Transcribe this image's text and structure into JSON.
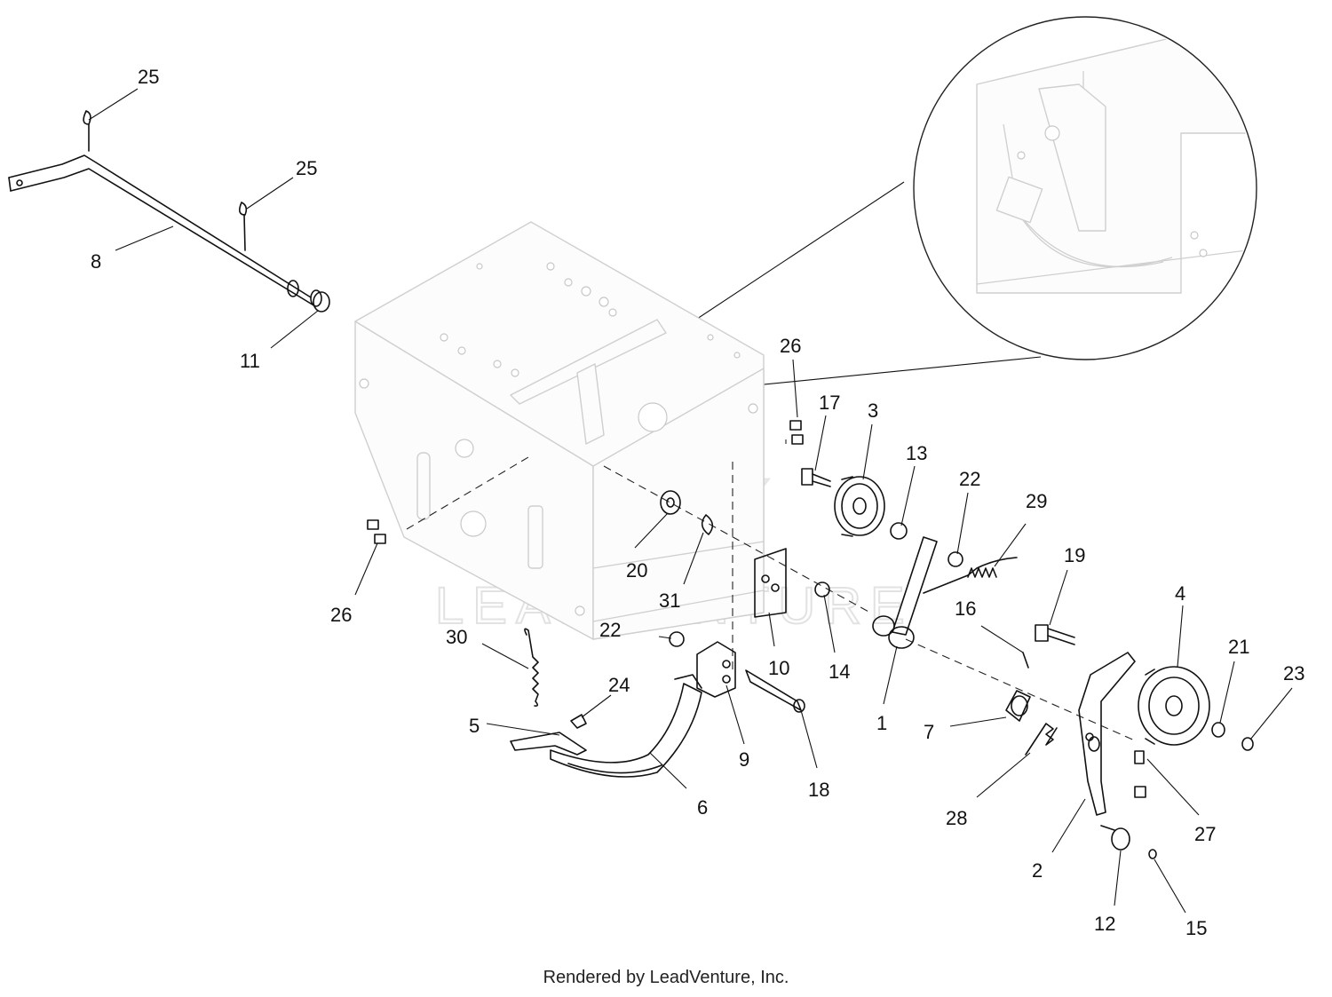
{
  "callouts": [
    "1",
    "2",
    "3",
    "4",
    "5",
    "6",
    "7",
    "8",
    "9",
    "10",
    "11",
    "12",
    "13",
    "14",
    "15",
    "16",
    "17",
    "18",
    "19",
    "20",
    "21",
    "22",
    "22",
    "23",
    "24",
    "25",
    "25",
    "26",
    "26",
    "27",
    "28",
    "29",
    "30",
    "31"
  ],
  "watermark": "LEADVENTURE",
  "footer": "Rendered by LeadVenture, Inc."
}
